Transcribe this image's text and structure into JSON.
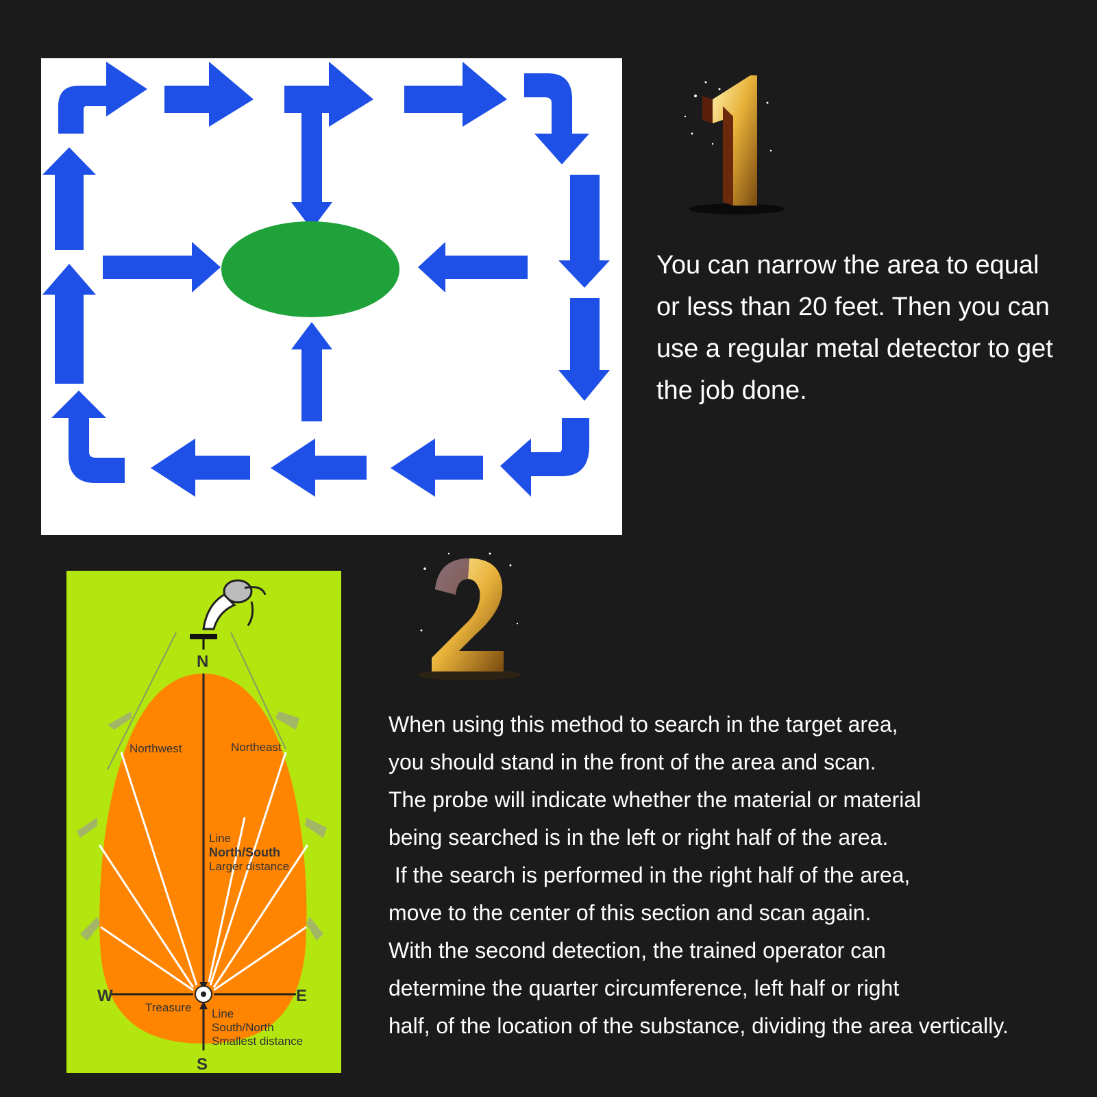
{
  "colors": {
    "background": "#1b1b1b",
    "arrow_blue": "#1e4fe6",
    "target_green": "#1fa23a",
    "panel_lime": "#b3e60f",
    "ellipse_orange": "#ff8400",
    "gold": "#e8b23a"
  },
  "step1": {
    "number": "1",
    "badge_icon": "gold-number-one-icon",
    "lines": [
      "You can narrow the area to equal",
      "or less than 20 feet. Then you can",
      "use a regular metal detector to get",
      "the job done."
    ]
  },
  "step2": {
    "number": "2",
    "badge_icon": "gold-number-two-icon",
    "lines": [
      "When using this method to search in the target area,",
      "you should stand in the front of the area and scan.",
      "The probe will indicate whether the material or material",
      "being searched is in the left or right half of the area.",
      " If the search is performed in the right half of the area,",
      "move to the center of this section and scan again.",
      "With the second detection, the trained operator can",
      "determine the quarter circumference, left half or right",
      "half, of the location of the substance, dividing the area vertically."
    ]
  },
  "compass": {
    "north": "N",
    "south": "S",
    "west": "W",
    "east": "E",
    "northwest": "Northwest",
    "northeast": "Northeast",
    "ns_line": [
      "Line",
      "North/South",
      "Larger distance"
    ],
    "treasure": "Treasure",
    "sn_line": [
      "Line",
      "South/North",
      "Smallest distance"
    ]
  }
}
